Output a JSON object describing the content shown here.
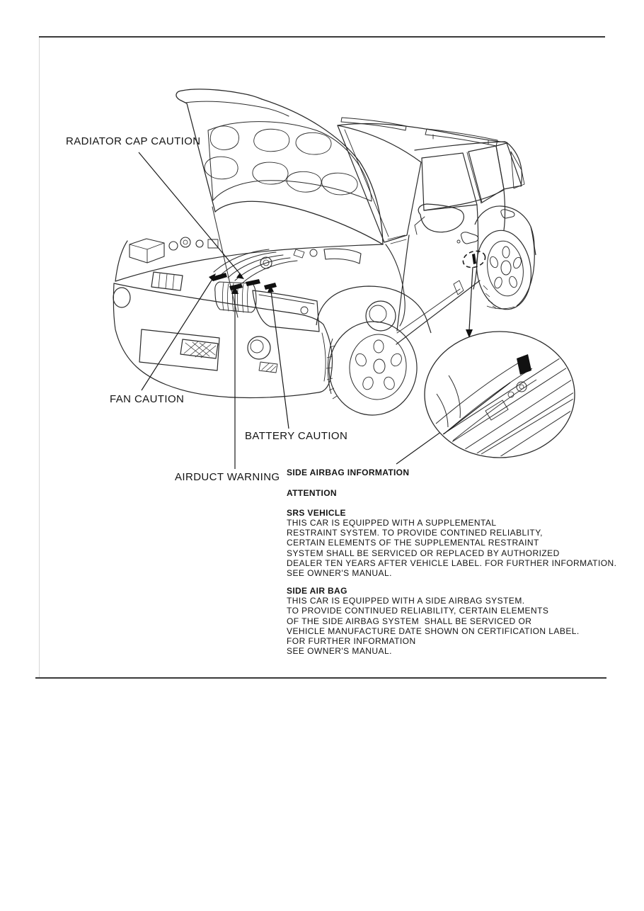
{
  "page": {
    "bg": "#ffffff",
    "rule_color": "#3a3a3a",
    "ink_color": "#222222"
  },
  "figure": {
    "alt": "Line drawing of an SUV with hood open showing caution label locations, with magnified inset of door sill side airbag label"
  },
  "callouts": {
    "radiator_cap": "RADIATOR CAP CAUTION",
    "fan": "FAN CAUTION",
    "battery": "BATTERY CAUTION",
    "airduct": "AIRDUCT WARNING"
  },
  "info": {
    "title": "SIDE AIRBAG INFORMATION",
    "attention": "ATTENTION",
    "sections": [
      {
        "heading": "SRS VEHICLE",
        "lines": [
          "THIS CAR IS EQUIPPED WITH A SUPPLEMENTAL",
          "RESTRAINT SYSTEM. TO PROVIDE CONTINED RELIABLITY,",
          "CERTAIN ELEMENTS OF THE SUPPLEMENTAL RESTRAINT",
          "SYSTEM SHALL BE SERVICED OR REPLACED BY AUTHORIZED",
          "DEALER TEN YEARS AFTER VEHICLE LABEL. FOR FURTHER INFORMATION.",
          "SEE OWNER'S MANUAL."
        ]
      },
      {
        "heading": "SIDE AIR BAG",
        "lines": [
          "THIS CAR IS EQUIPPED WITH A SIDE AIRBAG SYSTEM.",
          "TO PROVIDE CONTINUED RELIABILITY, CERTAIN ELEMENTS",
          "OF THE SIDE AIRBAG SYSTEM  SHALL BE SERVICED OR",
          "VEHICLE MANUFACTURE DATE SHOWN ON CERTIFICATION LABEL.",
          "FOR FURTHER INFORMATION",
          "SEE OWNER'S MANUAL."
        ]
      }
    ]
  }
}
